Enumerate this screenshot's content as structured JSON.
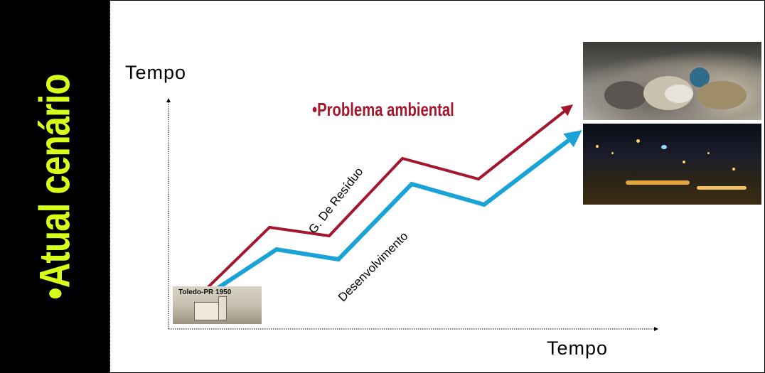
{
  "side_title": "•Atual cenário",
  "axis": {
    "y_label": "Tempo",
    "x_label": "Tempo"
  },
  "headline": "•Problema ambiental",
  "series": [
    {
      "name": "G. De Resíduo",
      "color": "#a4162e"
    },
    {
      "name": "Desenvolvimento",
      "color": "#1aa3d6"
    }
  ],
  "photos": {
    "start_caption": "Toledo-PR 1950",
    "trash_image": "pile of waste photo",
    "city_image": "city at night photo",
    "toledo_image": "historic town photo"
  },
  "colors": {
    "side_band": "#000000",
    "side_title": "#d6ff1a",
    "headline": "#a4162e",
    "residuo_line": "#a4162e",
    "desenvolvimento_line": "#1aa3d6"
  }
}
